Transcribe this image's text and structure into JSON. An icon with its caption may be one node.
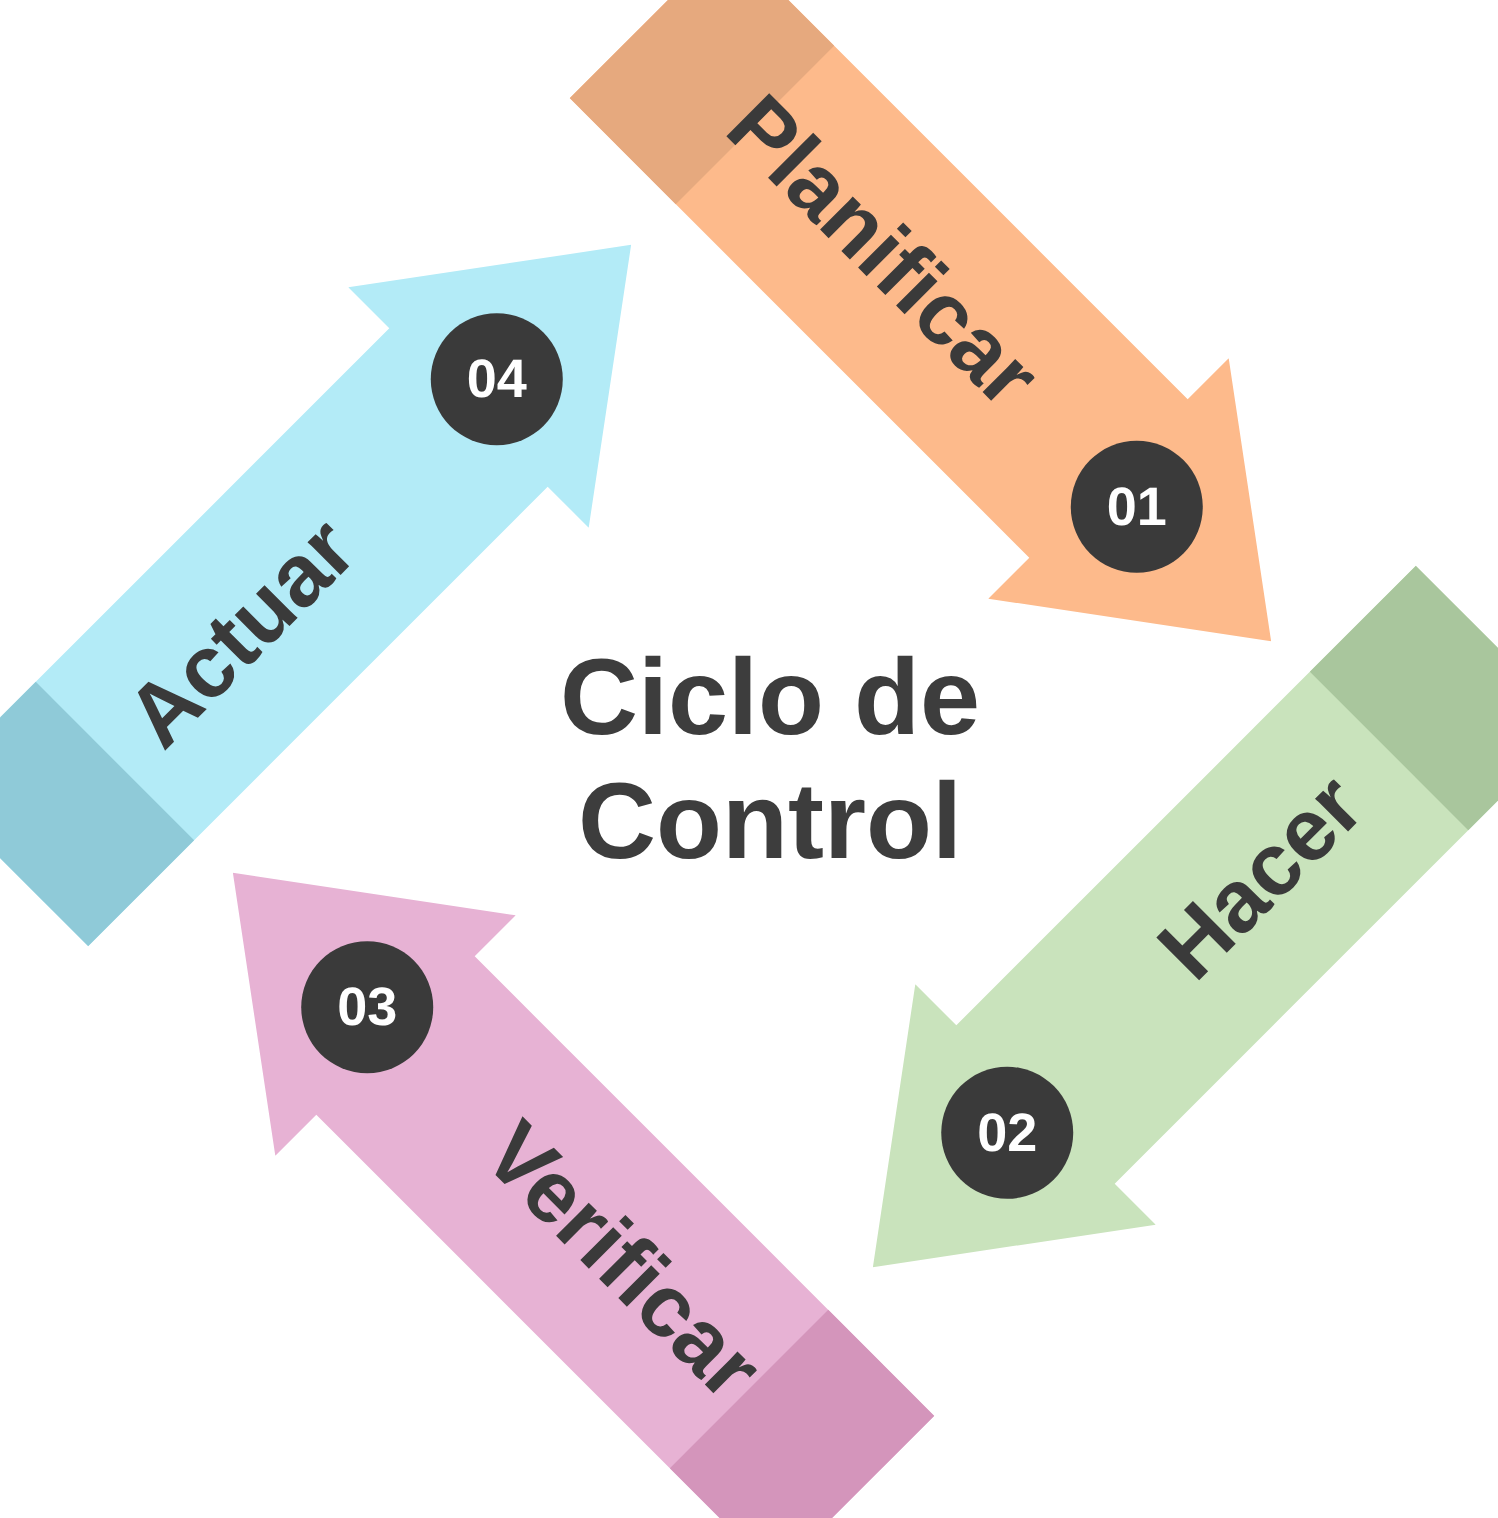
{
  "diagram": {
    "title": "Ciclo de Control",
    "nodes": [
      {
        "text": [
          "Planificar",
          "01"
        ]
      },
      {
        "text": [
          "Hacer",
          "02"
        ]
      },
      {
        "text": [
          "Verificar",
          "03"
        ]
      },
      {
        "text": [
          "Actuar",
          "04"
        ]
      }
    ]
  }
}
